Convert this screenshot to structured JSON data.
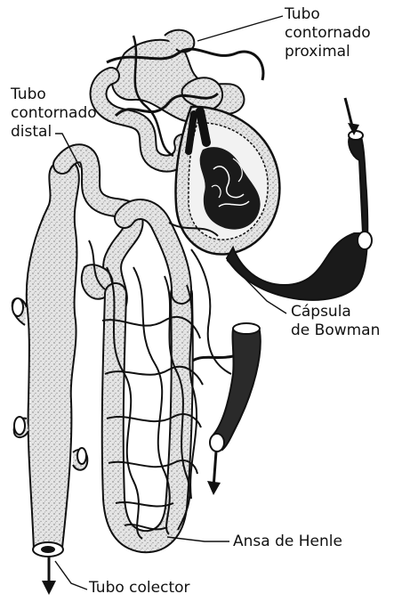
{
  "labels": {
    "proximal": [
      "Tubo",
      "contornado",
      "proximal"
    ],
    "distal": [
      "Tubo",
      "contornado",
      "distal"
    ],
    "bowman": [
      "Cápsula",
      "de Bowman"
    ],
    "henle": "Ansa de Henle",
    "collector": "Tubo colector"
  },
  "colors": {
    "ink": "#111111",
    "tubule_fill": "#d9d9d9",
    "capsule_fill": "#e6e6e6",
    "vessel_fill": "#1a1a1a"
  }
}
